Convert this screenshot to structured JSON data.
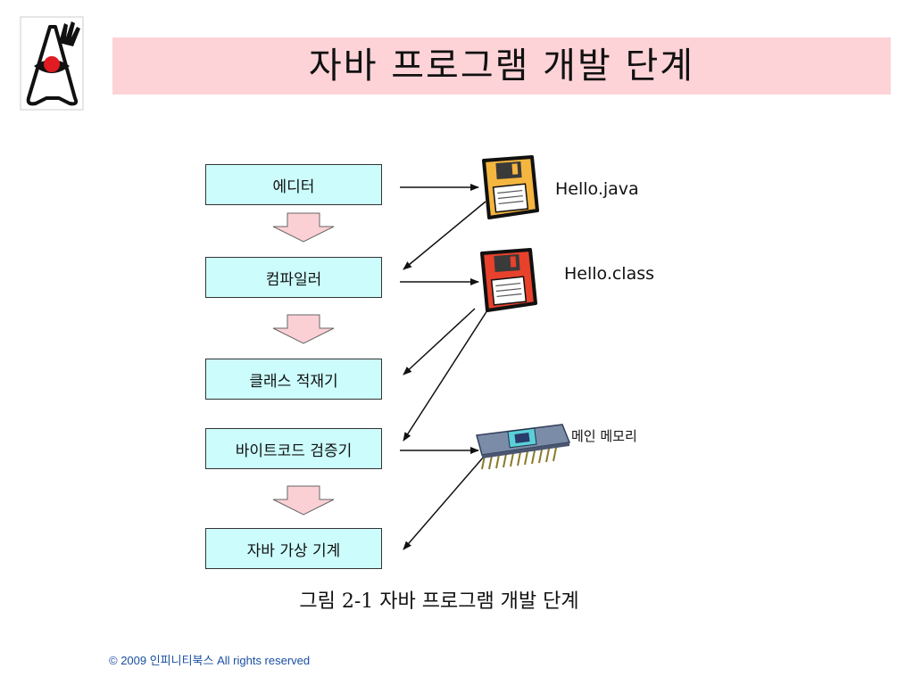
{
  "title": "자바 프로그램 개발 단계",
  "steps": [
    {
      "label": "에디터"
    },
    {
      "label": "컴파일러"
    },
    {
      "label": "클래스 적재기"
    },
    {
      "label": "바이트코드 검증기"
    },
    {
      "label": "자바 가상 기계"
    }
  ],
  "files": [
    {
      "label": "Hello.java",
      "icon": "floppy-disk-icon",
      "color": "#f5b640"
    },
    {
      "label": "Hello.class",
      "icon": "floppy-disk-icon",
      "color": "#e8412c"
    }
  ],
  "memory": {
    "label": "메인 메모리",
    "icon": "memory-chip-icon"
  },
  "caption": "그림 2-1 자바 프로그램 개발 단계",
  "copyright": "© 2009 인피니티북스  All rights reserved",
  "colors": {
    "banner": "#fdd3d8",
    "step_box": "#ccfcfc",
    "down_arrow": "#fbd0d4",
    "copyright": "#1a4fa0"
  }
}
